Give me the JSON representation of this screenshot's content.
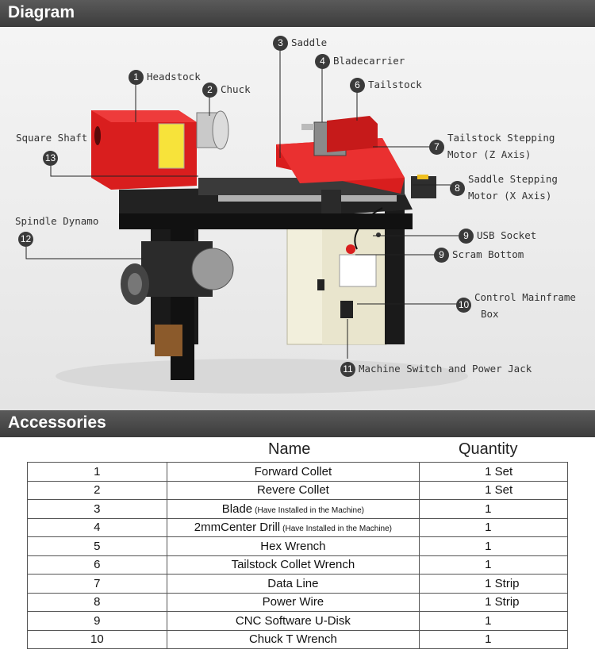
{
  "headers": {
    "diagram": "Diagram",
    "accessories": "Accessories"
  },
  "colors": {
    "header_bar": "#444444",
    "machine_red": "#d91e1e",
    "frame_black": "#1a1a1a",
    "cabinet": "#f2efdc"
  },
  "callouts": {
    "c1": {
      "num": "1",
      "label": "Headstock"
    },
    "c2": {
      "num": "2",
      "label": "Chuck"
    },
    "c3": {
      "num": "3",
      "label": "Saddle"
    },
    "c4": {
      "num": "4",
      "label": "Bladecarrier"
    },
    "c6": {
      "num": "6",
      "label": "Tailstock"
    },
    "c7": {
      "num": "7",
      "label": "Tailstock Stepping",
      "label2": "Motor (Z Axis)"
    },
    "c8": {
      "num": "8",
      "label": "Saddle Stepping",
      "label2": "Motor (X Axis)"
    },
    "c9a": {
      "num": "9",
      "label": "USB Socket"
    },
    "c9b": {
      "num": "9",
      "label": "Scram Bottom"
    },
    "c10": {
      "num": "10",
      "label": "Control Mainframe",
      "label2": "Box"
    },
    "c11": {
      "num": "11",
      "label": "Machine Switch and Power Jack"
    },
    "c12": {
      "num": "12",
      "label": "Spindle Dynamo"
    },
    "c13": {
      "num": "13",
      "label": "Square Shaft"
    }
  },
  "table": {
    "col_name": "Name",
    "col_quantity": "Quantity",
    "rows": [
      {
        "no": "1",
        "name": "Forward Collet",
        "note": "",
        "qty": "1 Set"
      },
      {
        "no": "2",
        "name": "Revere Collet",
        "note": "",
        "qty": "1 Set"
      },
      {
        "no": "3",
        "name": "Blade",
        "note": "(Have Installed in the Machine)",
        "qty": "1"
      },
      {
        "no": "4",
        "name": "2mmCenter Drill",
        "note": "(Have Installed in the Machine)",
        "qty": "1"
      },
      {
        "no": "5",
        "name": "Hex Wrench",
        "note": "",
        "qty": "1"
      },
      {
        "no": "6",
        "name": "Tailstock Collet Wrench",
        "note": "",
        "qty": "1"
      },
      {
        "no": "7",
        "name": "Data Line",
        "note": "",
        "qty": "1 Strip"
      },
      {
        "no": "8",
        "name": "Power Wire",
        "note": "",
        "qty": "1 Strip"
      },
      {
        "no": "9",
        "name": "CNC Software U-Disk",
        "note": "",
        "qty": "1"
      },
      {
        "no": "10",
        "name": "Chuck T Wrench",
        "note": "",
        "qty": "1"
      }
    ]
  }
}
